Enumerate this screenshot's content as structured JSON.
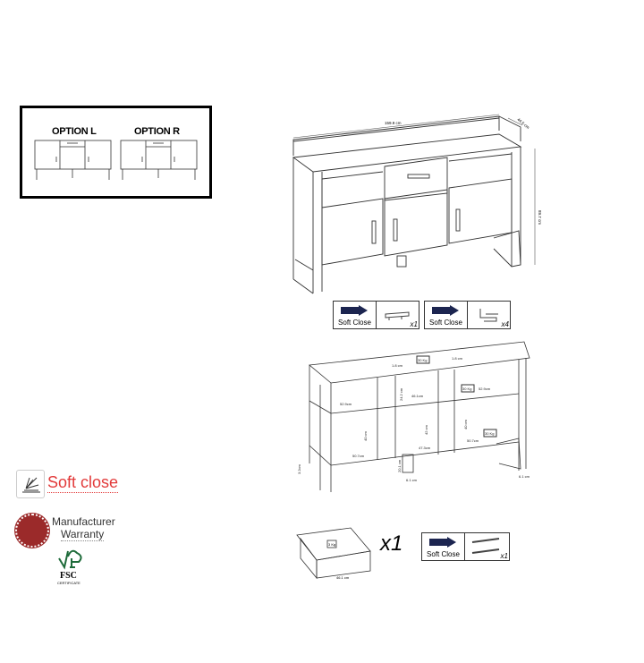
{
  "options": {
    "left_label": "OPTION L",
    "right_label": "OPTION R"
  },
  "main_drawing": {
    "width": "159.9 cm",
    "depth": "44.5 cm",
    "height": "89.7 cm"
  },
  "soft_close_boxes": [
    {
      "label": "Soft Close",
      "qty": "x1"
    },
    {
      "label": "Soft Close",
      "qty": "x4"
    },
    {
      "label": "Soft Close",
      "qty": "x1"
    }
  ],
  "interior_drawing": {
    "loads": [
      "30 Kg",
      "30 Kg",
      "30 Kg"
    ],
    "dims": [
      "1.8 cm",
      "1.8 cm",
      "52.9cm",
      "46.1cm",
      "52.9cm",
      "50.7cm",
      "47.3cm",
      "50.7cm",
      "40 cm",
      "42 cm",
      "40 cm",
      "24.2 cm",
      "3.2cm",
      "6.1 cm",
      "6.1 cm",
      "20.1 cm"
    ]
  },
  "drawer": {
    "qty": "x1",
    "load": "3 Kg",
    "width": "46.1 cm"
  },
  "badges": {
    "soft_close": "Soft close",
    "warranty_line1": "Manufacturer",
    "warranty_line2": "Warranty",
    "fsc": "FSC",
    "fsc_sub": "CERTIFICATE"
  },
  "colors": {
    "soft_close_red": "#e23a3a",
    "warranty_red": "#9b2a2a",
    "fsc_green": "#1e6b3a",
    "arrow_navy": "#1c2550"
  }
}
